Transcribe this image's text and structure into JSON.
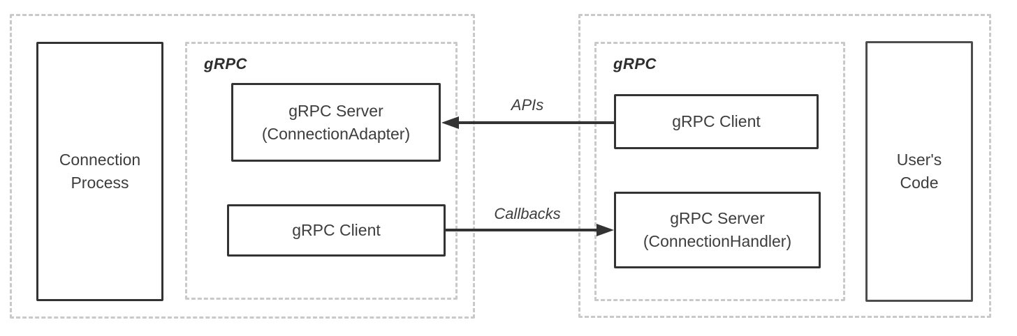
{
  "containers": {
    "left_grpc_label": "gRPC",
    "right_grpc_label": "gRPC"
  },
  "boxes": {
    "connection_process": {
      "line1": "Connection",
      "line2": "Process"
    },
    "server_adapter": {
      "line1": "gRPC Server",
      "line2": "(ConnectionAdapter)"
    },
    "left_client": {
      "label": "gRPC Client"
    },
    "right_client": {
      "label": "gRPC Client"
    },
    "server_handler": {
      "line1": "gRPC Server",
      "line2": "(ConnectionHandler)"
    },
    "users_code": {
      "line1": "User's",
      "line2": "Code"
    }
  },
  "arrows": {
    "apis": {
      "label": "APIs",
      "direction": "left"
    },
    "callbacks": {
      "label": "Callbacks",
      "direction": "right"
    }
  },
  "colors": {
    "solid_border": "#333333",
    "users_code_border": "#4d4d4d",
    "dashed_border": "#c9c9c9",
    "text": "#3d3d3d",
    "arrow": "#333333",
    "background": "#ffffff"
  }
}
